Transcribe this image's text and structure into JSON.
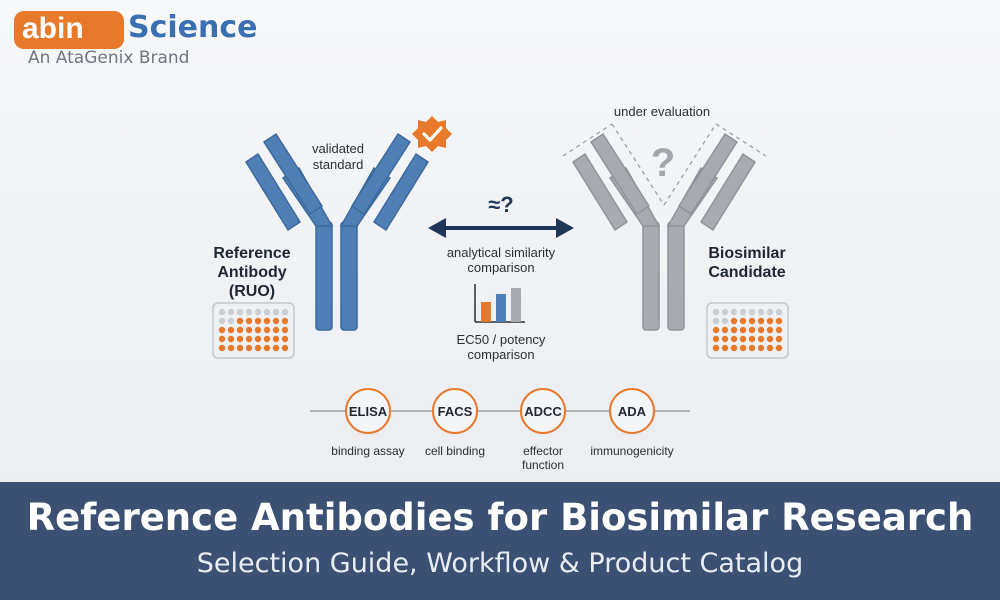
{
  "brand": {
    "logo_mark": "abin",
    "logo_word": "Science",
    "tagline": "An AtaGenix Brand"
  },
  "reference": {
    "label_line1": "Reference",
    "label_line2": "Antibody",
    "label_line3": "(RUO)",
    "note_line1": "validated",
    "note_line2": "standard",
    "badge_icon": "check-badge-icon",
    "color": "#4f7fb4"
  },
  "biosimilar": {
    "label_line1": "Biosimilar",
    "label_line2": "Candidate",
    "note": "under evaluation",
    "mark": "?",
    "color": "#a7abb1"
  },
  "comparison": {
    "symbol": "≈?",
    "line1": "analytical similarity",
    "line2": "comparison",
    "potency_line1": "EC50 / potency",
    "potency_line2": "comparison"
  },
  "assays": [
    {
      "name": "ELISA",
      "desc1": "binding assay",
      "desc2": ""
    },
    {
      "name": "FACS",
      "desc1": "cell binding",
      "desc2": ""
    },
    {
      "name": "ADCC",
      "desc1": "effector",
      "desc2": "function"
    },
    {
      "name": "ADA",
      "desc1": "immunogenicity",
      "desc2": ""
    }
  ],
  "banner": {
    "title": "Reference Antibodies for Biosimilar Research",
    "subtitle": "Selection Guide, Workflow & Product Catalog"
  },
  "colors": {
    "accent_orange": "#e8782a",
    "navy": "#1f3558",
    "banner": "#3b5073"
  }
}
